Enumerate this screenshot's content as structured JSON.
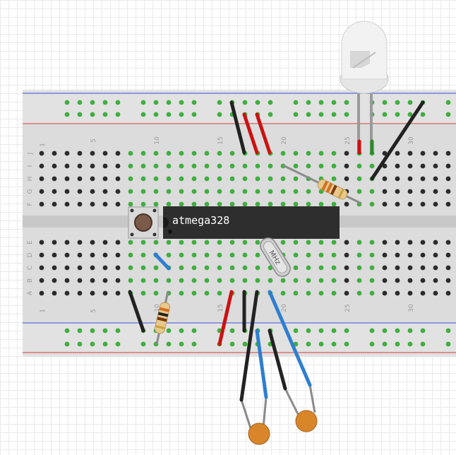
{
  "chip": {
    "label": "atmega328"
  },
  "crystal": {
    "label": "MHz"
  },
  "breadboard": {
    "columns_top": [
      "1",
      "5",
      "10",
      "15",
      "20",
      "25",
      "30"
    ],
    "columns_bottom": [
      "1",
      "5",
      "10",
      "15",
      "20",
      "25",
      "30"
    ],
    "rows_top": [
      "J",
      "I",
      "H",
      "G",
      "F"
    ],
    "rows_bottom": [
      "E",
      "D",
      "C",
      "B",
      "A"
    ]
  },
  "colors": {
    "board": "#dcdcdc",
    "rail_blue": "#3b4fd0",
    "rail_red": "#d03b3b",
    "hole": "#2b2b2b",
    "hole_active": "#3fae3f",
    "chip": "#2e2e2e",
    "wire_black": "#222222",
    "wire_red": "#cc1111",
    "wire_blue": "#2f7ed0",
    "capacitor": "#d9852a",
    "led_body": "#eeeeee"
  }
}
